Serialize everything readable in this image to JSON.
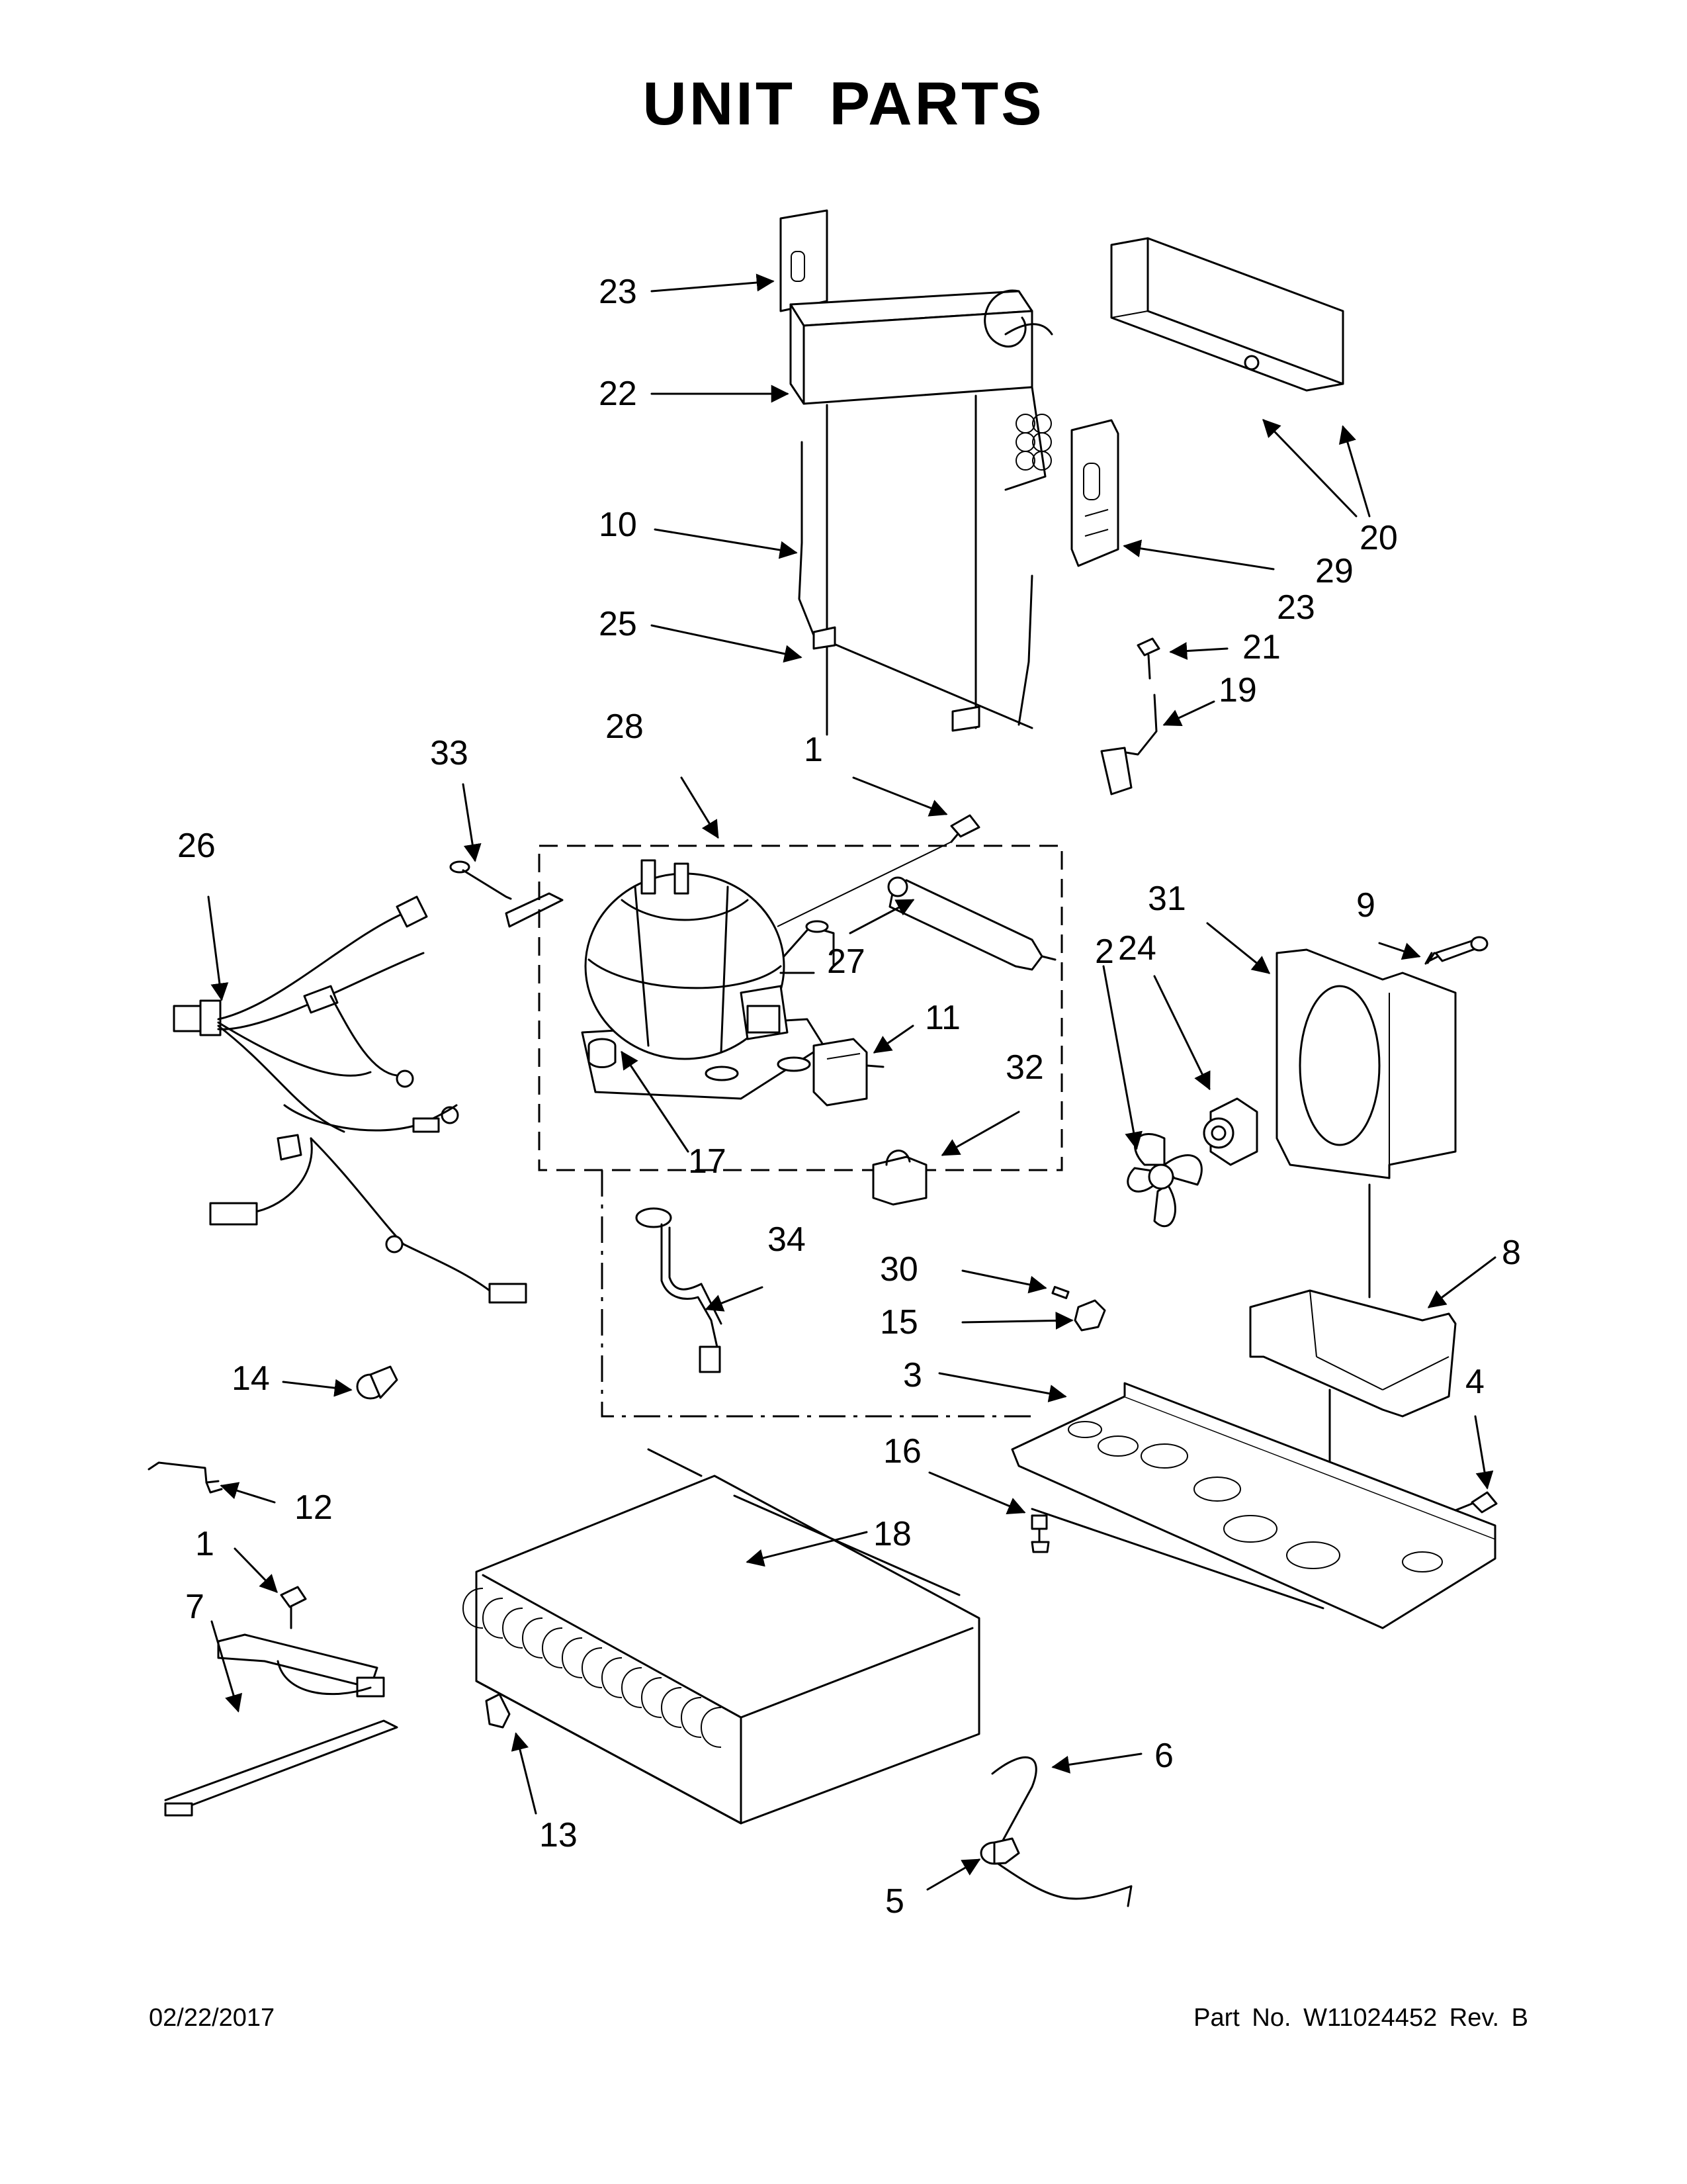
{
  "title": "UNIT PARTS",
  "footer": {
    "date": "02/22/2017",
    "part_number": "Part No. W11024452 Rev. B"
  },
  "callouts": {
    "c1a": "1",
    "c1b": "1",
    "c2": "2",
    "c3": "3",
    "c4": "4",
    "c5": "5",
    "c6": "6",
    "c7": "7",
    "c8": "8",
    "c9": "9",
    "c10": "10",
    "c11": "11",
    "c12": "12",
    "c13": "13",
    "c14": "14",
    "c15": "15",
    "c16": "16",
    "c17": "17",
    "c18": "18",
    "c19": "19",
    "c20": "20",
    "c21": "21",
    "c22": "22",
    "c23a": "23",
    "c23b": "23",
    "c24": "24",
    "c25": "25",
    "c26": "26",
    "c27": "27",
    "c28": "28",
    "c29": "29",
    "c30": "30",
    "c31": "31",
    "c32": "32",
    "c33": "33",
    "c34": "34"
  }
}
